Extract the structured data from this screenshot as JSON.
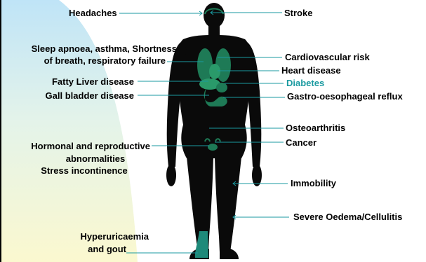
{
  "labels_left": {
    "headaches": "Headaches",
    "sleep_apnoea_line1": "Sleep apnoea, asthma, Shortness",
    "sleep_apnoea_line2": "of breath, respiratory failure",
    "fatty_liver": "Fatty Liver disease",
    "gall_bladder": "Gall bladder disease",
    "hormonal_line1": "Hormonal and reproductive",
    "hormonal_line2": "abnormalities",
    "stress_incontinence": "Stress incontinence",
    "hyperuricaemia_line1": "Hyperuricaemia",
    "hyperuricaemia_line2": "and gout"
  },
  "labels_right": {
    "stroke": "Stroke",
    "cardiovascular": "Cardiovascular risk",
    "heart_disease": "Heart disease",
    "diabetes": "Diabetes",
    "gastro": "Gastro-oesophageal reflux",
    "osteoarthritis": "Osteoarthritis",
    "cancer": "Cancer",
    "immobility": "Immobility",
    "oedema": "Severe Oedema/Cellulitis"
  },
  "colors": {
    "body": "#0a0a0a",
    "organ": "#1e7a56",
    "leader": "#1a9aa0",
    "diabetes_text": "#1a9aa0"
  }
}
